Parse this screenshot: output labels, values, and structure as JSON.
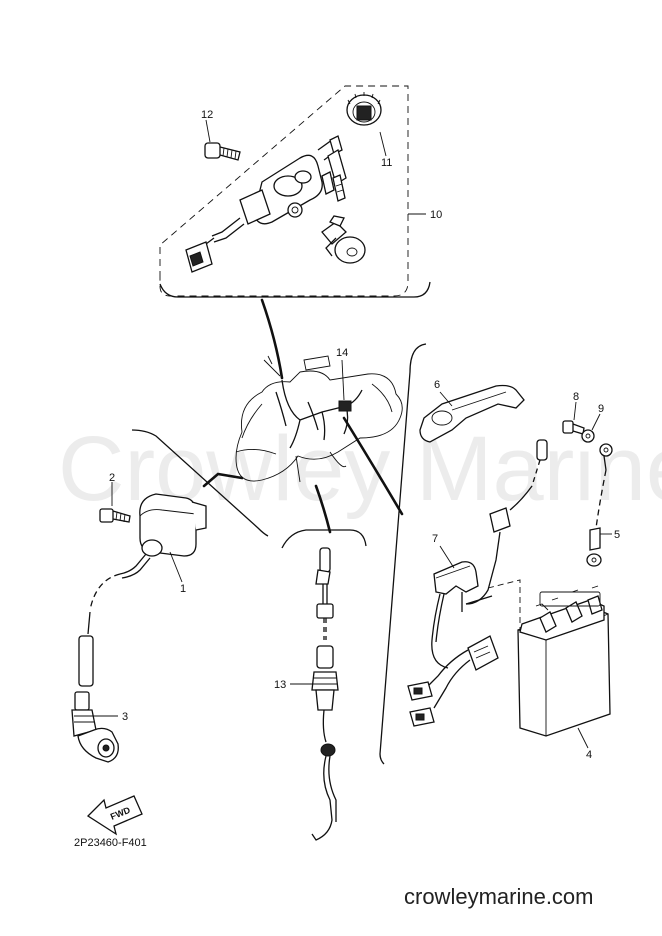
{
  "watermark": "Crowley Marine",
  "site_footer": "crowleymarine.com",
  "diagram_code": "2P23460-F401",
  "fwd_label": "FWD",
  "callouts": {
    "c1": "1",
    "c2": "2",
    "c3": "3",
    "c4": "4",
    "c5": "5",
    "c6": "6",
    "c7": "7",
    "c8": "8",
    "c9": "9",
    "c10": "10",
    "c11": "11",
    "c12": "12",
    "c13": "13",
    "c14": "14"
  }
}
